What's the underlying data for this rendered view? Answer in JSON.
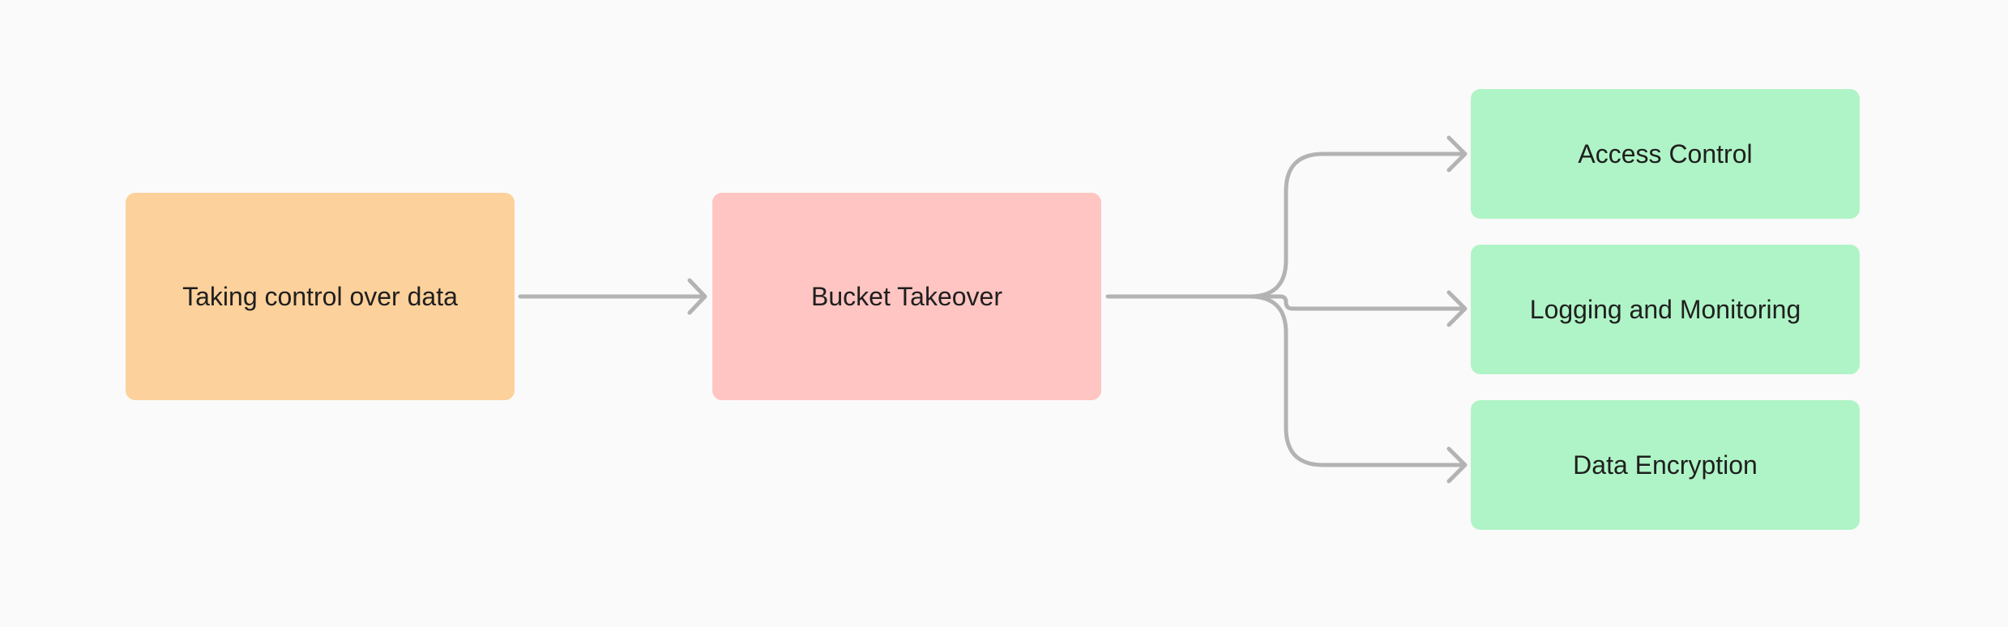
{
  "diagram": {
    "nodes": {
      "root": {
        "label": "Taking control over data",
        "color": "#fdd19b"
      },
      "mid": {
        "label": "Bucket Takeover",
        "color": "#ffc5c2"
      },
      "access": {
        "label": "Access Control",
        "color": "#aff4c6"
      },
      "logging": {
        "label": "Logging and Monitoring",
        "color": "#aff4c6"
      },
      "encryption": {
        "label": "Data Encryption",
        "color": "#aff4c6"
      }
    },
    "edges": [
      {
        "from": "root",
        "to": "mid"
      },
      {
        "from": "mid",
        "to": "access"
      },
      {
        "from": "mid",
        "to": "logging"
      },
      {
        "from": "mid",
        "to": "encryption"
      }
    ],
    "connector_color": "#b3b3b3"
  }
}
